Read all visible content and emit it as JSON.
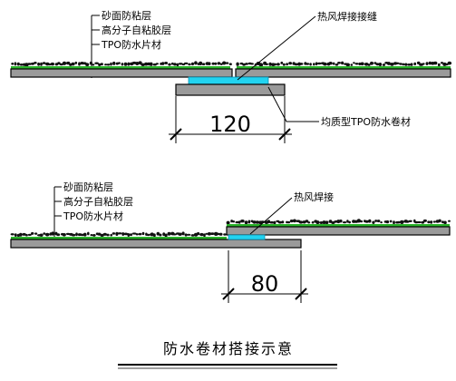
{
  "top": {
    "layers": [
      "砂面防粘层",
      "高分子自粘胶层",
      "TPO防水片材"
    ],
    "weld_label": "热风焊接接缝",
    "strip_label": "均质型TPO防水卷材",
    "dimension": "120"
  },
  "bottom": {
    "layers": [
      "砂面防粘层",
      "高分子自粘胶层",
      "TPO防水片材"
    ],
    "weld_label": "热风焊接",
    "dimension": "80"
  },
  "title": "防水卷材搭接示意",
  "colors": {
    "membrane": "#9a9a9a",
    "adhesive": "#2ab32a",
    "weld": "#22d3f0",
    "sand": "#111111"
  }
}
